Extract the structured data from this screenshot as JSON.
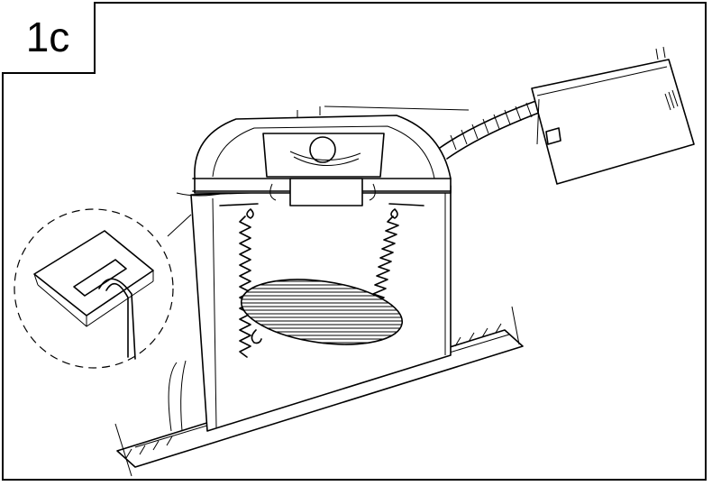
{
  "step": {
    "label": "1c"
  },
  "illustration": {
    "subject": "recessed-light-housing",
    "parts": [
      "housing-dome",
      "junction-box",
      "flex-conduit",
      "torsion-springs",
      "reflector-disc",
      "mounting-plate",
      "detail-callout"
    ]
  }
}
